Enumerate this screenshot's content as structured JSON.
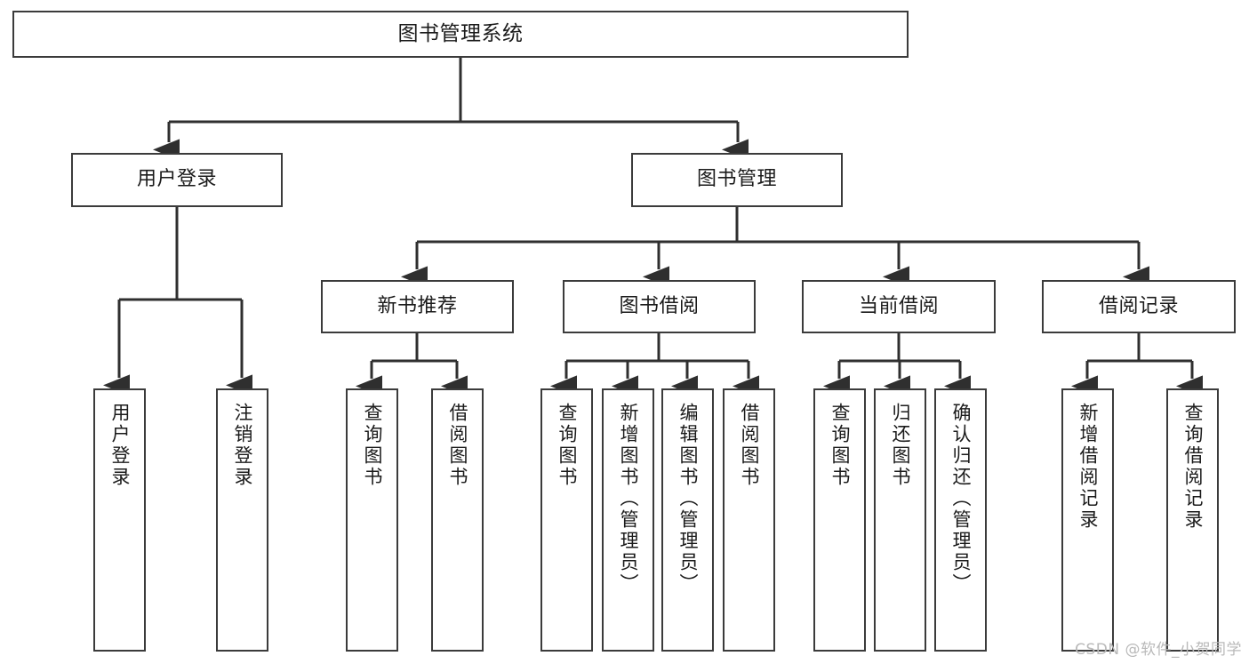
{
  "diagram": {
    "type": "tree",
    "title": "图书管理系统",
    "watermark": "CSDN @软件_小贺同学",
    "colors": {
      "box_border": "#3b3b3b",
      "box_fill": "#ffffff",
      "line": "#2f2f2f",
      "text": "#1b1b1b",
      "watermark": "#b9b9b9",
      "background": "#ffffff"
    },
    "root": {
      "label": "图书管理系统"
    },
    "level1": [
      {
        "label": "用户登录"
      },
      {
        "label": "图书管理"
      }
    ],
    "level2": [
      {
        "label": "新书推荐"
      },
      {
        "label": "图书借阅"
      },
      {
        "label": "当前借阅"
      },
      {
        "label": "借阅记录"
      }
    ],
    "leaves": [
      {
        "label": "用户登录",
        "parent": "用户登录"
      },
      {
        "label": "注销登录",
        "parent": "用户登录"
      },
      {
        "label": "查询图书",
        "parent": "新书推荐"
      },
      {
        "label": "借阅图书",
        "parent": "新书推荐"
      },
      {
        "label": "查询图书",
        "parent": "图书借阅"
      },
      {
        "label": "新增图书（管理员）",
        "parent": "图书借阅"
      },
      {
        "label": "编辑图书（管理员）",
        "parent": "图书借阅"
      },
      {
        "label": "借阅图书",
        "parent": "图书借阅"
      },
      {
        "label": "查询图书",
        "parent": "当前借阅"
      },
      {
        "label": "归还图书",
        "parent": "当前借阅"
      },
      {
        "label": "确认归还（管理员）",
        "parent": "当前借阅"
      },
      {
        "label": "新增借阅记录",
        "parent": "借阅记录"
      },
      {
        "label": "查询借阅记录",
        "parent": "借阅记录"
      }
    ]
  }
}
